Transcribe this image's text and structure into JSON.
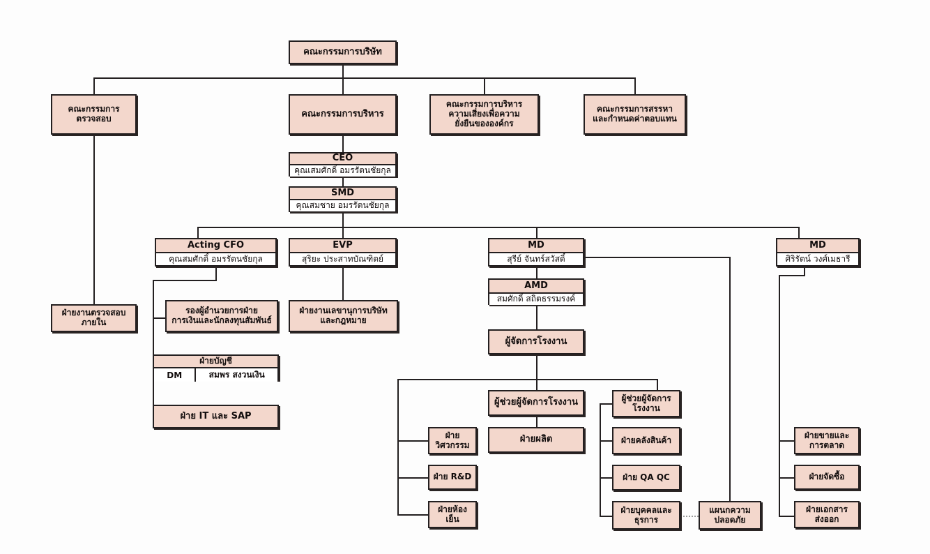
{
  "diagram": {
    "title": "Company Organization Chart",
    "type": "org-chart",
    "colors": {
      "node_fill": "#f3d7cc",
      "node_border": "#231f20",
      "name_row_fill": "#ffffff",
      "line": "#231f20",
      "dotted_line": "#9a9a9a",
      "background": "#fdfdfd"
    }
  },
  "nodes": {
    "board": {
      "label": "คณะกรรมการบริษัท"
    },
    "audit_committee": {
      "label": "คณะกรรมการ\nตรวจสอบ",
      "line1": "คณะกรรมการ",
      "line2": "ตรวจสอบ"
    },
    "exec_committee": {
      "label": "คณะกรรมการบริหาร"
    },
    "risk_committee": {
      "line1": "คณะกรรมการบริหาร",
      "line2": "ความเสี่ยงเพื่อความ",
      "line3": "ยั่งยืนขององค์กร"
    },
    "nomination_committee": {
      "line1": "คณะกรรมการสรรหา",
      "line2": "และกำหนดค่าตอบแทน"
    },
    "ceo": {
      "title": "CEO",
      "name": "คุณเสมศักดิ์ อมรรัตนชัยกุล"
    },
    "smd": {
      "title": "SMD",
      "name": "คุณสมชาย อมรรัตนชัยกุล"
    },
    "acting_cfo": {
      "title": "Acting CFO",
      "name": "คุณสมศักดิ์ อมรรัตนชัยกุล"
    },
    "evp": {
      "title": "EVP",
      "name": "สุริยะ ประสาทบัณฑิตย์"
    },
    "md_1": {
      "title": "MD",
      "name": "สุรีย์ จันทร์สวัสดิ์"
    },
    "md_2": {
      "title": "MD",
      "name": "ศิริรัตน์ วงศ์เมธารี"
    },
    "internal_audit": {
      "line1": "ฝ่ายงานตรวจสอบ",
      "line2": "ภายใน"
    },
    "deputy_finance": {
      "line1": "รองผู้อำนวยการฝ่าย",
      "line2": "การเงินและนักลงทุนสัมพันธ์"
    },
    "company_secretary": {
      "line1": "ฝ่ายงานเลขานุการบริษัท",
      "line2": "และกฎหมาย"
    },
    "accounting": {
      "title": "ฝ่ายบัญชี",
      "role": "DM",
      "name": "สมพร  สงวนเงิน"
    },
    "it_sap": {
      "label": "ฝ่าย IT และ SAP"
    },
    "amd": {
      "title": "AMD",
      "name": "สมศักดิ์ สถิตธรรมรงค์"
    },
    "plant_manager": {
      "label": "ผู้จัดการโรงงาน"
    },
    "asst_plant_manager_1": {
      "label": "ผู้ช่วยผู้จัดการโรงงาน"
    },
    "asst_plant_manager_2": {
      "line1": "ผู้ช่วยผู้จัดการ",
      "line2": "โรงงาน"
    },
    "production": {
      "label": "ฝ่ายผลิต"
    },
    "engineering": {
      "line1": "ฝ่าย",
      "line2": "วิศวกรรม"
    },
    "rnd": {
      "label": "ฝ่าย R&D"
    },
    "cold_room": {
      "line1": "ฝ่ายห้อง",
      "line2": "เย็น"
    },
    "warehouse": {
      "label": "ฝ่ายคลังสินค้า"
    },
    "qa_qc": {
      "label": "ฝ่าย QA QC"
    },
    "hr_admin": {
      "line1": "ฝ่ายบุคคลและ",
      "line2": "ธุรการ"
    },
    "safety": {
      "line1": "แผนกความ",
      "line2": "ปลอดภัย"
    },
    "sales_marketing": {
      "line1": "ฝ่ายขายและ",
      "line2": "การตลาด"
    },
    "purchasing": {
      "label": "ฝ่ายจัดซื้อ"
    },
    "export_docs": {
      "line1": "ฝ่ายเอกสาร",
      "line2": "ส่งออก"
    }
  }
}
